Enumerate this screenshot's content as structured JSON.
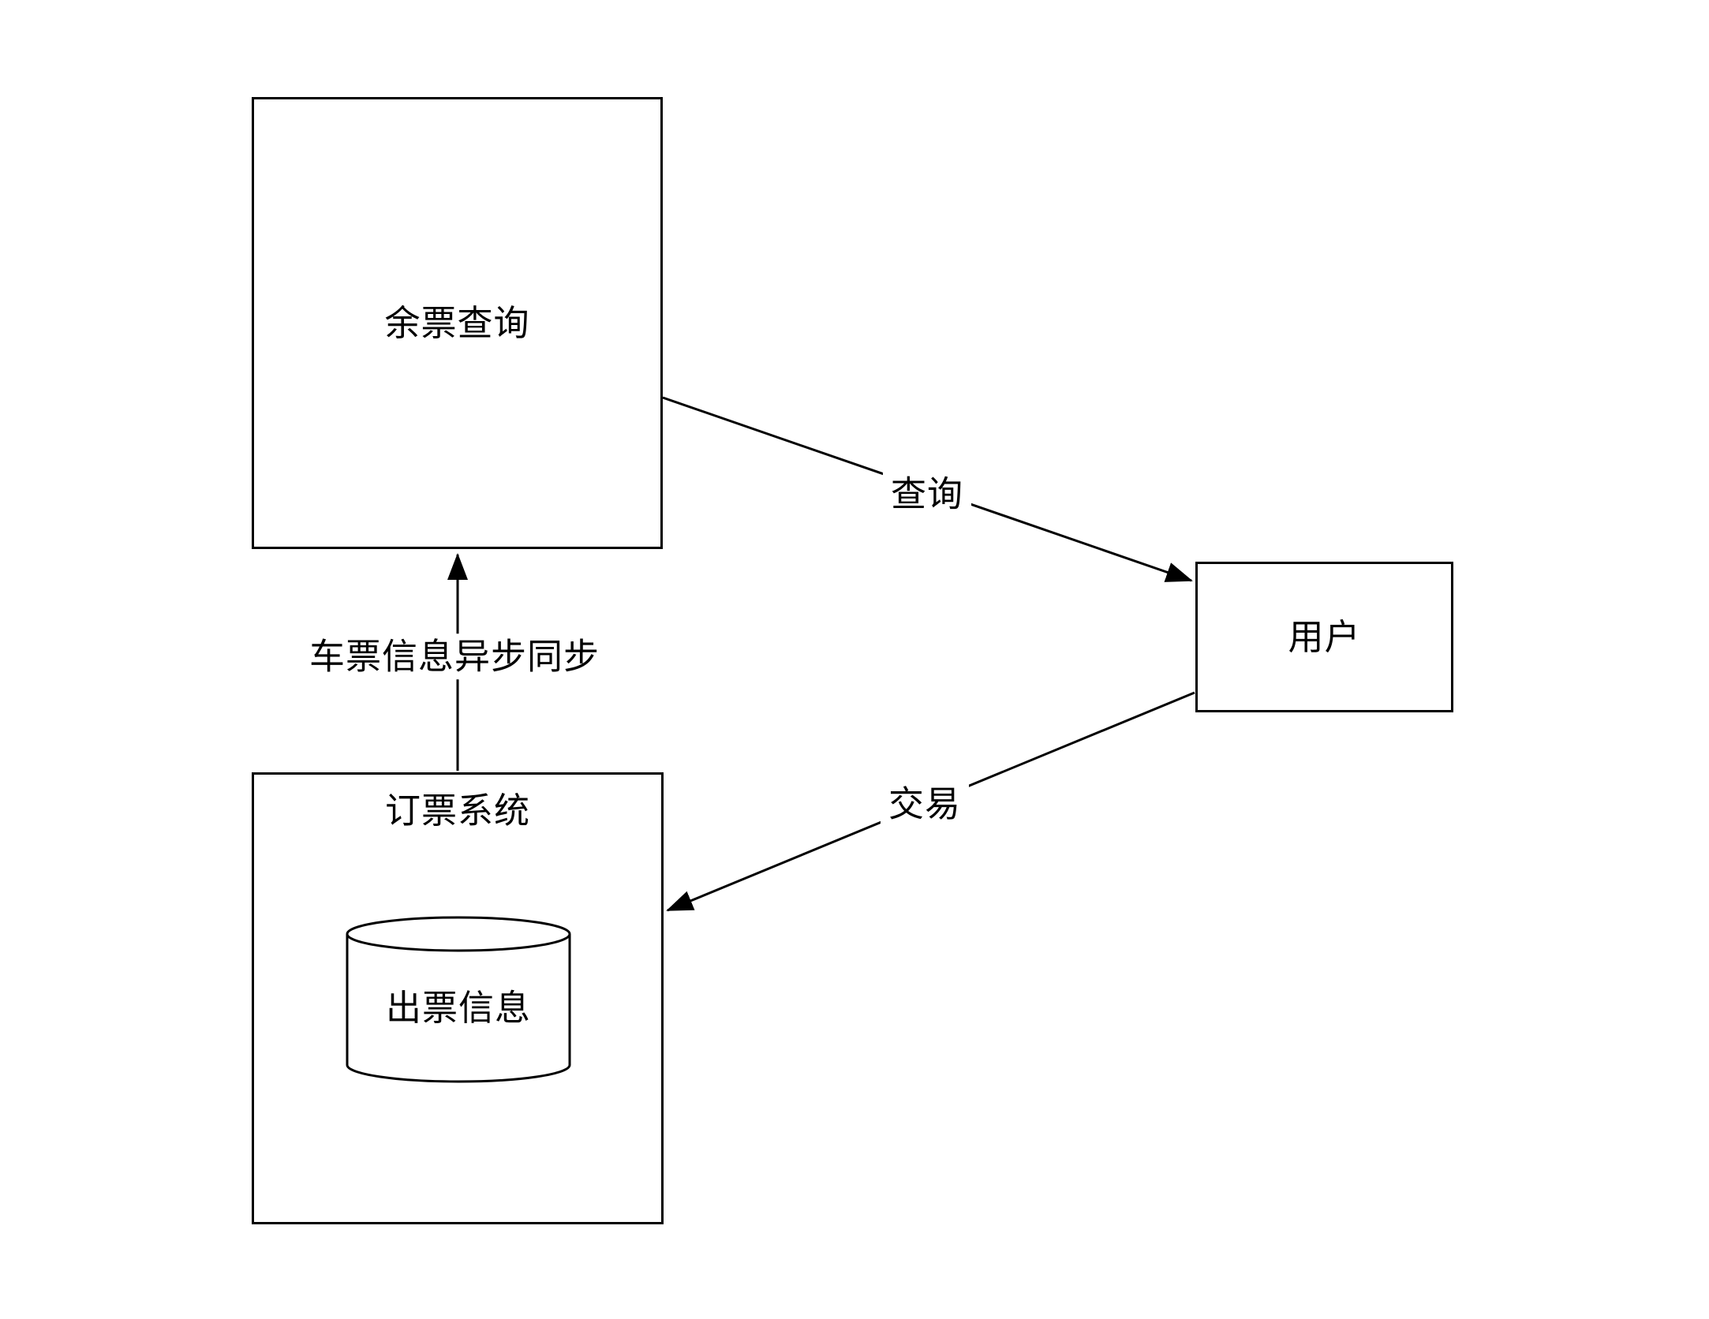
{
  "diagram": {
    "background_color": "#ffffff",
    "stroke_color": "#000000",
    "nodes": {
      "query_box": {
        "label": "余票查询"
      },
      "booking_box": {
        "label": "订票系统"
      },
      "user_box": {
        "label": "用户"
      },
      "database": {
        "label": "出票信息"
      }
    },
    "edges": {
      "query": {
        "label": "查询",
        "from": "query_box",
        "to": "user_box"
      },
      "transaction": {
        "label": "交易",
        "from": "user_box",
        "to": "booking_box"
      },
      "sync": {
        "label": "车票信息异步同步",
        "from": "booking_box",
        "to": "query_box"
      }
    }
  }
}
